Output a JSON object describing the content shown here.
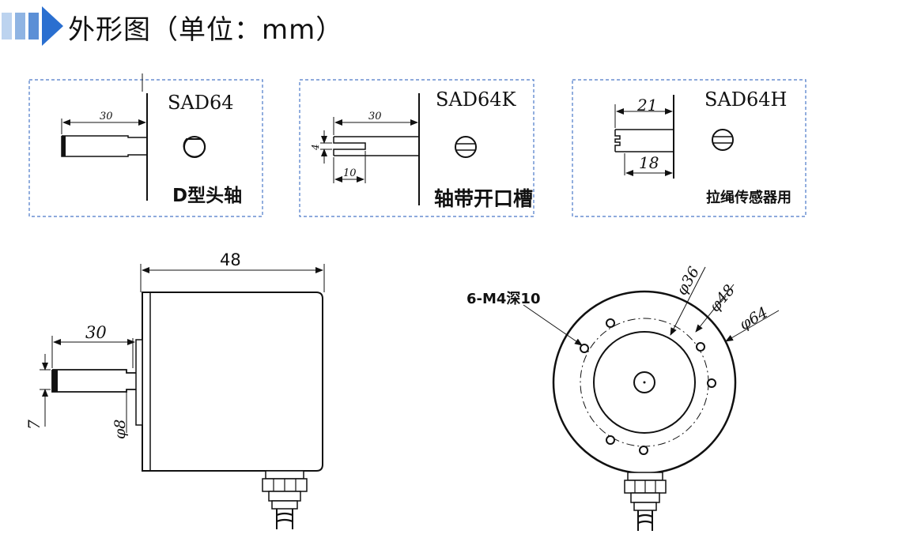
{
  "header": {
    "title": "外形图（单位：mm）",
    "accent_colors": [
      "#bcd3ef",
      "#8fb4e3",
      "#5b8fd6",
      "#2a6fd0"
    ]
  },
  "variants": [
    {
      "model": "SAD64",
      "shaft_label": "D型头轴",
      "dims": [
        "30"
      ]
    },
    {
      "model": "SAD64K",
      "shaft_label": "轴带开口槽",
      "dims": [
        "30",
        "4",
        "10"
      ]
    },
    {
      "model": "SAD64H",
      "shaft_label": "拉绳传感器用",
      "dims": [
        "21",
        "18"
      ]
    }
  ],
  "side_view": {
    "body_length": "48",
    "shaft_length": "30",
    "shaft_dim_7": "7",
    "shaft_dia": "φ8"
  },
  "front_view": {
    "hole_spec": "6-M4深10",
    "dia_36": "φ36",
    "dia_48": "φ48",
    "dia_64": "φ64"
  },
  "colors": {
    "line": "#111111",
    "box_border": "#4a78c8"
  }
}
